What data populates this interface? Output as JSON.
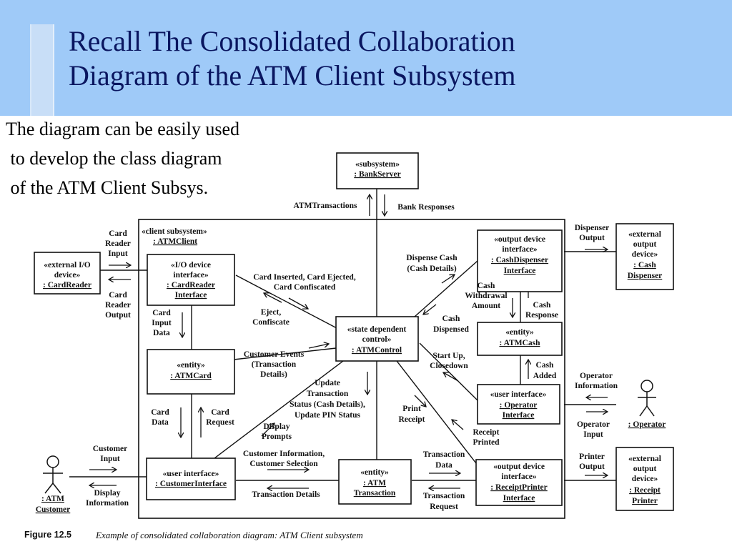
{
  "slide": {
    "title_line1": "Recall The Consolidated Collaboration",
    "title_line2": "Diagram of the ATM Client Subsystem",
    "intro_line1": "The diagram can be easily used",
    "intro_line2": " to develop the class diagram",
    "intro_line3": " of the ATM Client Subsys."
  },
  "diagram": {
    "subsystem_label": "«client subsystem»",
    "subsystem_name": ": ATMClient",
    "objects": {
      "bank_server": {
        "stereotype": "«subsystem»",
        "name": ": BankServer"
      },
      "card_reader_ext": {
        "stereotype1": "«external I/O",
        "stereotype2": "device»",
        "name": ": CardReader"
      },
      "card_reader_if": {
        "stereotype1": "«I/O device",
        "stereotype2": "interface»",
        "name1": ": CardReader",
        "name2": "Interface"
      },
      "atm_card": {
        "stereotype": "«entity»",
        "name": ": ATMCard"
      },
      "customer_if": {
        "stereotype": "«user interface»",
        "name": ": CustomerInterface"
      },
      "atm_control": {
        "stereotype1": "«state dependent",
        "stereotype2": "control»",
        "name": ": ATMControl"
      },
      "atm_transaction": {
        "stereotype": "«entity»",
        "name1": ": ATM",
        "name2": "Transaction"
      },
      "cash_dispenser_if": {
        "stereotype1": "«output device",
        "stereotype2": "interface»",
        "name1": ": CashDispenser",
        "name2": "Interface"
      },
      "atm_cash": {
        "stereotype": "«entity»",
        "name": ": ATMCash"
      },
      "operator_if": {
        "stereotype": "«user interface»",
        "name1": ": Operator",
        "name2": "Interface"
      },
      "receipt_printer_if": {
        "stereotype1": "«output device",
        "stereotype2": "interface»",
        "name1": ": ReceiptPrinter",
        "name2": "Interface"
      },
      "cash_dispenser_ext": {
        "stereotype1": "«external",
        "stereotype2": "output",
        "stereotype3": "device»",
        "name1": ": Cash",
        "name2": "Dispenser"
      },
      "receipt_printer_ext": {
        "stereotype1": "«external",
        "stereotype2": "output",
        "stereotype3": "device»",
        "name1": ": Receipt",
        "name2": "Printer"
      }
    },
    "actors": {
      "customer": {
        "name1": ": ATM",
        "name2": "Customer"
      },
      "operator": {
        "name": ": Operator"
      }
    },
    "messages": {
      "atm_transactions": "ATMTransactions",
      "bank_responses": "Bank Responses",
      "card_reader_input": [
        "Card",
        "Reader",
        "Input"
      ],
      "card_reader_output": [
        "Card",
        "Reader",
        "Output"
      ],
      "card_inserted": [
        "Card Inserted, Card Ejected,",
        "Card Confiscated"
      ],
      "eject_confiscate": [
        "Eject,",
        "Confiscate"
      ],
      "card_input_data": [
        "Card",
        "Input",
        "Data"
      ],
      "card_data": [
        "Card",
        "Data"
      ],
      "card_request": [
        "Card",
        "Request"
      ],
      "customer_events": [
        "Customer Events",
        "(Transaction",
        "Details)"
      ],
      "update_transaction": [
        "Update",
        "Transaction",
        "Status (Cash Details),",
        "Update PIN Status"
      ],
      "display_prompts": [
        "Display",
        "Prompts"
      ],
      "customer_information": [
        "Customer Information,",
        "Customer Selection"
      ],
      "transaction_details": "Transaction Details",
      "customer_input": [
        "Customer",
        "Input"
      ],
      "display_information": [
        "Display",
        "Information"
      ],
      "dispense_cash": [
        "Dispense Cash",
        "(Cash Details)"
      ],
      "cash_withdrawal_amount": [
        "Cash",
        "Withdrawal",
        "Amount"
      ],
      "cash_dispensed": [
        "Cash",
        "Dispensed"
      ],
      "cash_response": [
        "Cash",
        "Response"
      ],
      "start_up": [
        "Start Up,",
        "Closedown"
      ],
      "cash_added": [
        "Cash",
        "Added"
      ],
      "print_receipt": [
        "Print",
        "Receipt"
      ],
      "receipt_printed": [
        "Receipt",
        "Printed"
      ],
      "transaction_data": [
        "Transaction",
        "Data"
      ],
      "transaction_request": [
        "Transaction",
        "Request"
      ],
      "dispenser_output": [
        "Dispenser",
        "Output"
      ],
      "operator_information": [
        "Operator",
        "Information"
      ],
      "operator_input": [
        "Operator",
        "Input"
      ],
      "printer_output": [
        "Printer",
        "Output"
      ]
    },
    "caption_label": "Figure 12.5",
    "caption_text": "Example of consolidated collaboration diagram: ATM Client subsystem"
  }
}
